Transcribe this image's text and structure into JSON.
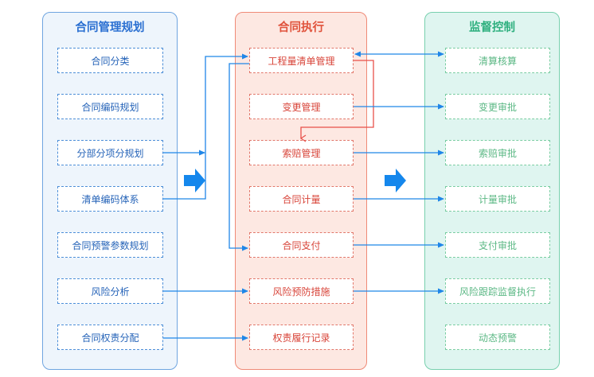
{
  "panels": {
    "planning": {
      "title": "合同管理规划",
      "items": [
        "合同分类",
        "合同编码规划",
        "分部分项分规划",
        "清单编码体系",
        "合同预警参数规划",
        "风险分析",
        "合同权责分配"
      ]
    },
    "execution": {
      "title": "合同执行",
      "items": [
        "工程量清单管理",
        "变更管理",
        "索赔管理",
        "合同计量",
        "合同支付",
        "风险预防措施",
        "权责履行记录"
      ]
    },
    "supervision": {
      "title": "监督控制",
      "items": [
        "清算核算",
        "变更审批",
        "索赔审批",
        "计量审批",
        "支付审批",
        "风险跟踪监督执行",
        "动态预警"
      ]
    }
  },
  "colors": {
    "arrow": "#1f86e8",
    "planning_border": "#6fa5e0",
    "execution_border": "#ef8a77",
    "supervision_border": "#78d0ae",
    "feedback_line": "#e8504a"
  },
  "icons": [
    "flow-arrow-right-icon",
    "flow-arrow-right-icon"
  ]
}
